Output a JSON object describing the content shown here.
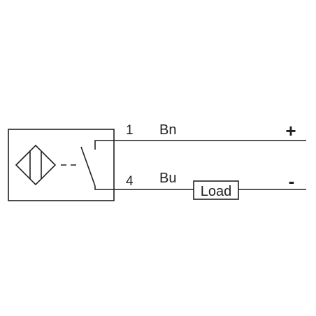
{
  "terminals": [
    {
      "pin": "1",
      "wire": "Bn",
      "polarity": "+"
    },
    {
      "pin": "4",
      "wire": "Bu",
      "polarity": "-"
    }
  ],
  "load": {
    "label": "Load"
  },
  "colors": {
    "ink": "#231f20",
    "background": "#ffffff"
  }
}
